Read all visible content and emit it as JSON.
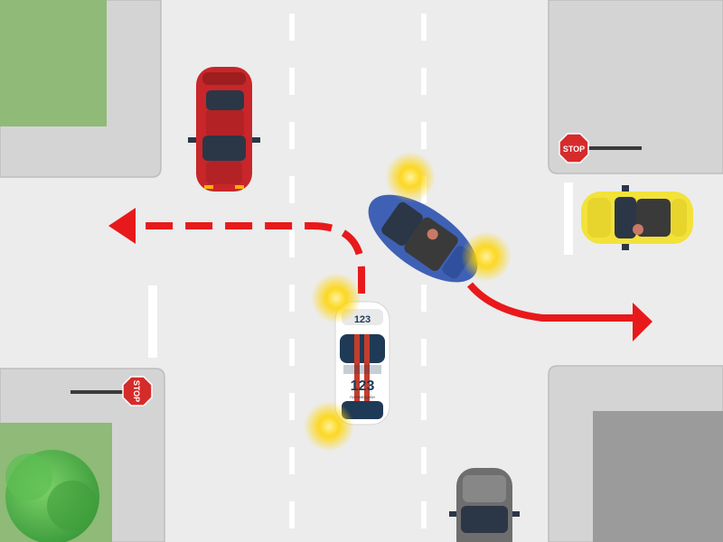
{
  "scene": {
    "signs": [
      {
        "text": "STOP"
      },
      {
        "text": "STOP"
      }
    ],
    "police_car": {
      "number": "123",
      "roof_number": "123",
      "badge_text": "ПАРАМЕДИКИ"
    },
    "colors": {
      "road": "#ececec",
      "sidewalk": "#d4d4d4",
      "grass": "#8fba78",
      "lane_marking": "#ffffff",
      "arrow": "#e8191b",
      "stop_sign": "#d62b2b",
      "red_car": "#c8262a",
      "blue_car": "#3f61b5",
      "yellow_car": "#f2e23a",
      "gray_car": "#6e6e6e",
      "police_car_stripe": "#c43d2c",
      "warning_light": "#ffd400"
    },
    "icons": [
      "stop-sign-icon",
      "tree-icon",
      "arrow-left-icon",
      "arrow-right-icon"
    ]
  }
}
